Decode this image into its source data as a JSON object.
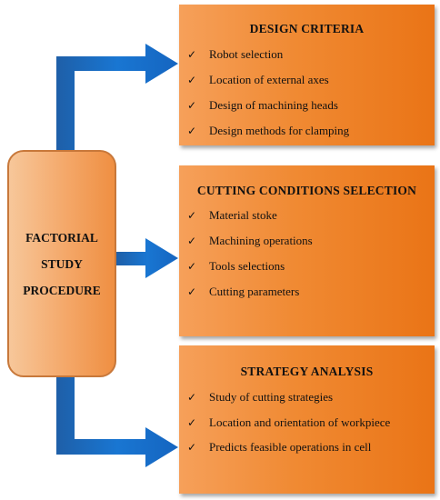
{
  "center": {
    "line1": "FACTORIAL",
    "line2": "STUDY",
    "line3": "PROCEDURE"
  },
  "panels": [
    {
      "title": "DESIGN CRITERIA",
      "items": [
        "Robot selection",
        "Location of external axes",
        "Design of machining heads",
        "Design methods for clamping"
      ]
    },
    {
      "title": "CUTTING CONDITIONS SELECTION",
      "items": [
        "Material stoke",
        "Machining operations",
        "Tools selections",
        "Cutting parameters"
      ]
    },
    {
      "title": "STRATEGY ANALYSIS",
      "items": [
        "Study of cutting strategies",
        "Location and orientation of workpiece",
        "Predicts feasible operations in cell"
      ]
    }
  ],
  "check_mark": "✓",
  "colors": {
    "arrow": "#1565c0",
    "panel": "#f08a33",
    "center_box": "#f4a768"
  }
}
